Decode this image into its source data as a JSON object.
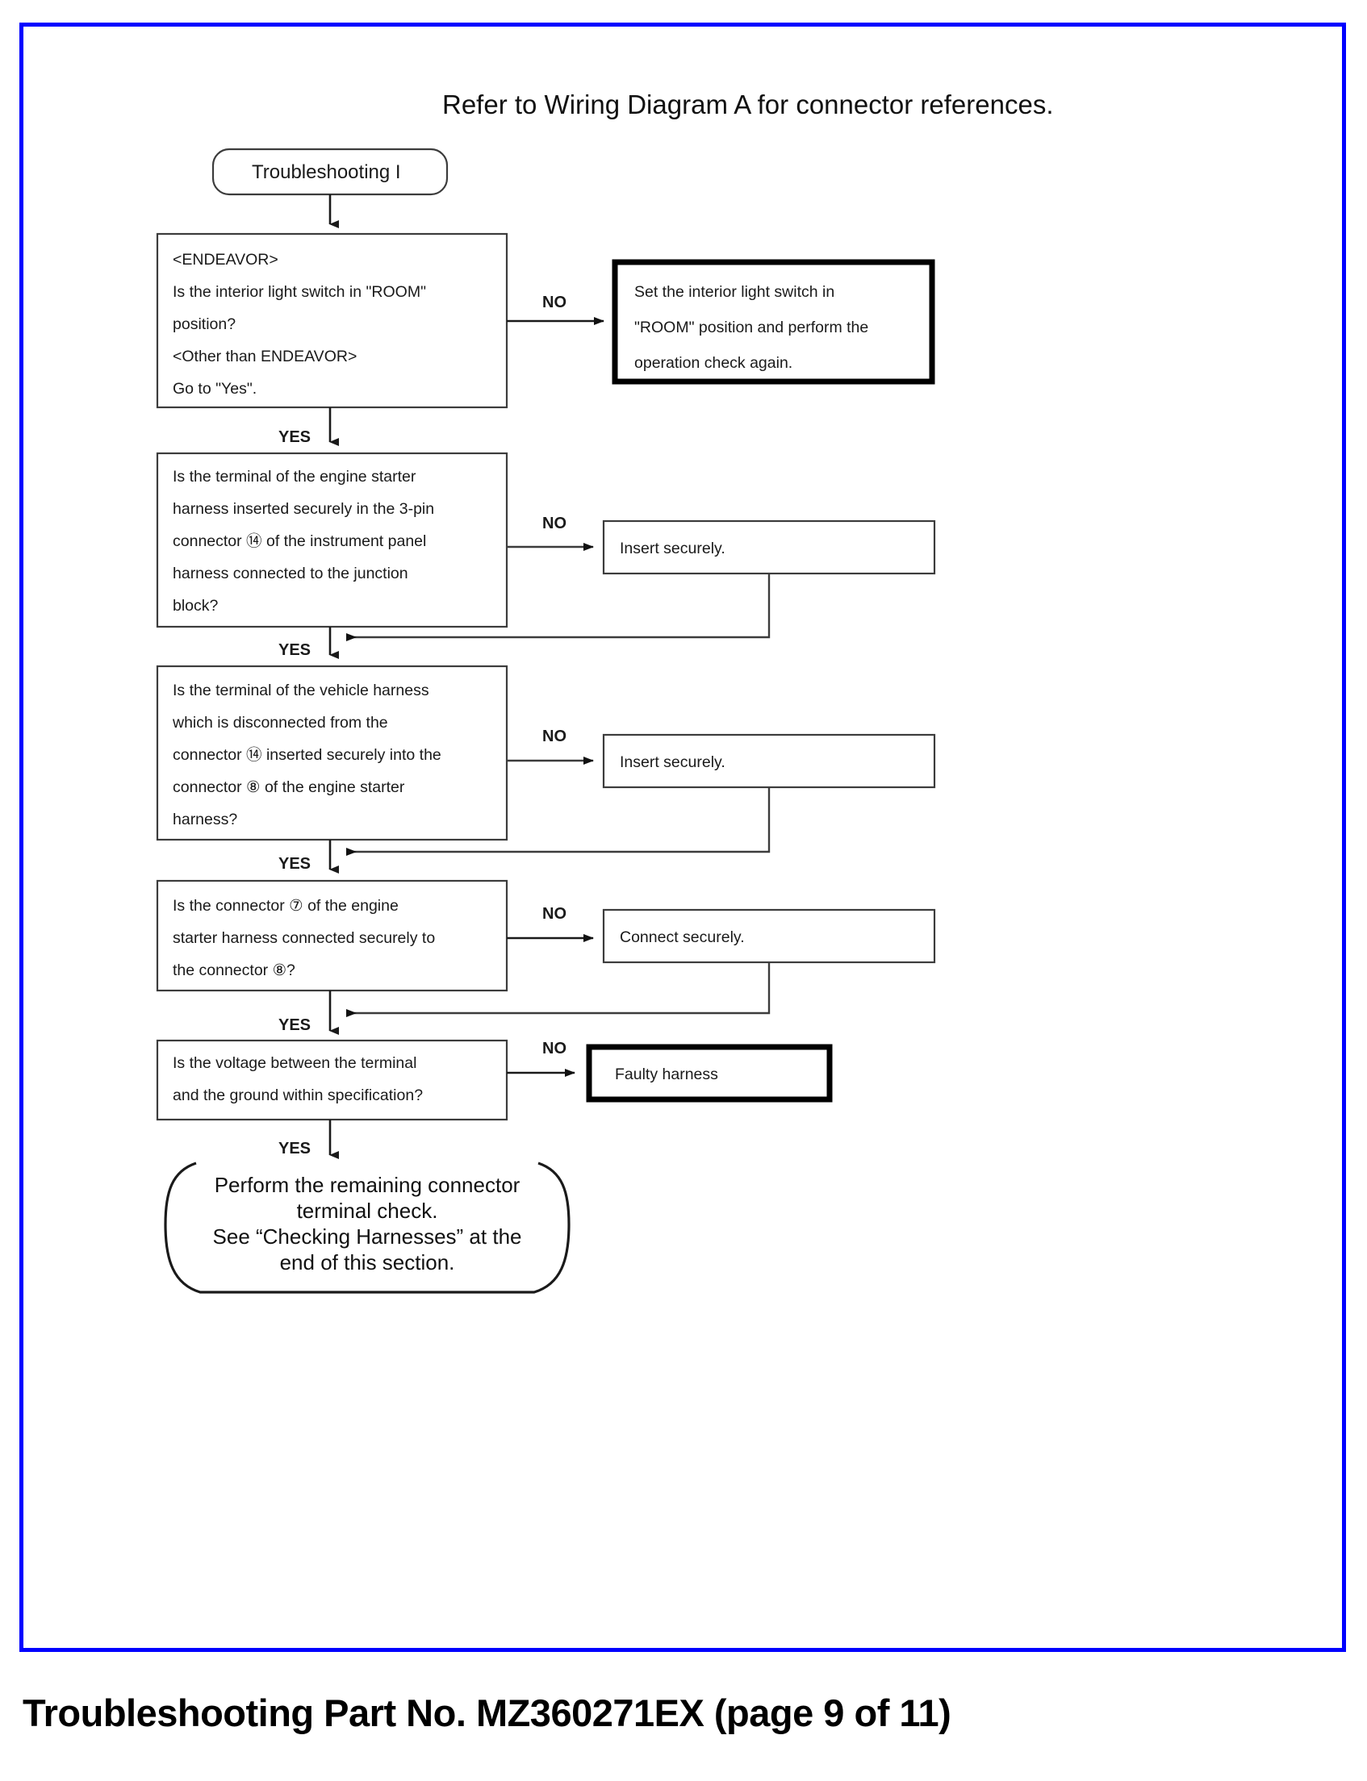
{
  "document": {
    "title_note": "Refer to Wiring Diagram A for connector references.",
    "footer": "Troubleshooting Part No. MZ360271EX (page 9 of 11)",
    "frame_color": "#0000FF"
  },
  "flow": {
    "start": {
      "label": "Troubleshooting I"
    },
    "branch_labels": {
      "yes": "YES",
      "no": "NO"
    },
    "steps": [
      {
        "id": "step-1",
        "question_lines": [
          "<ENDEAVOR>",
          "Is the interior light switch in \"ROOM\"",
          "position?",
          "<Other than ENDEAVOR>",
          "Go to \"Yes\"."
        ],
        "no_label": "NO",
        "yes_label": "YES",
        "action": {
          "id": "action-1",
          "emphasis": "bold",
          "lines": [
            "Set the interior light switch in",
            "\"ROOM\" position and perform the",
            "operation check again."
          ]
        }
      },
      {
        "id": "step-2",
        "question_lines": [
          "Is the terminal of the engine starter",
          "harness inserted securely in the 3-pin",
          "connector ⑭ of the instrument panel",
          "harness connected to the junction",
          "block?"
        ],
        "no_label": "NO",
        "yes_label": "YES",
        "action": {
          "id": "action-2",
          "emphasis": "thin",
          "lines": [
            "Insert securely."
          ]
        }
      },
      {
        "id": "step-3",
        "question_lines": [
          "Is the terminal of the vehicle harness",
          "which is disconnected from the",
          "connector ⑭ inserted securely into the",
          "connector ⑧ of the engine starter",
          "harness?"
        ],
        "no_label": "NO",
        "yes_label": "YES",
        "action": {
          "id": "action-3",
          "emphasis": "thin",
          "lines": [
            "Insert securely."
          ]
        }
      },
      {
        "id": "step-4",
        "question_lines": [
          "Is the connector ⑦ of the engine",
          "starter harness connected securely to",
          "the connector ⑧?"
        ],
        "no_label": "NO",
        "yes_label": "YES",
        "action": {
          "id": "action-4",
          "emphasis": "thin",
          "lines": [
            "Connect securely."
          ]
        }
      },
      {
        "id": "step-5",
        "question_lines": [
          "Is  the  voltage  between  the  terminal",
          "and the ground within specification?"
        ],
        "no_label": "NO",
        "yes_label": "YES",
        "action": {
          "id": "action-5",
          "emphasis": "bold",
          "lines": [
            "Faulty harness"
          ]
        }
      }
    ],
    "end": {
      "id": "end-terminator",
      "lines": [
        "Perform the remaining connector",
        "terminal check.",
        "See “Checking Harnesses” at the",
        "end of this section."
      ]
    }
  }
}
